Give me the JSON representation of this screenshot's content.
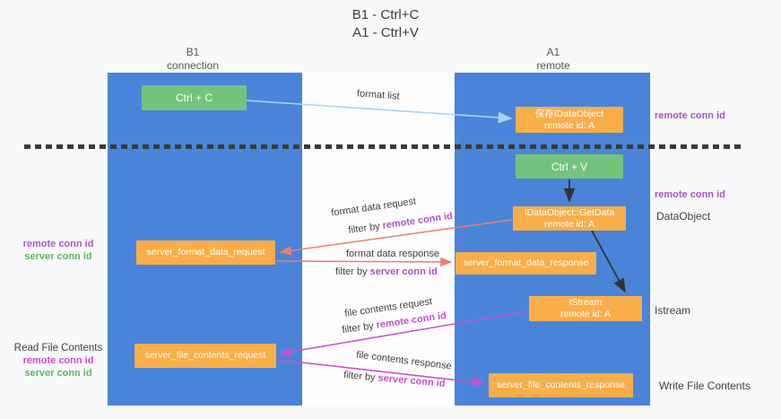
{
  "title": {
    "line1": "B1 - Ctrl+C",
    "line2": "A1 - Ctrl+V"
  },
  "columns": {
    "left": {
      "name": "B1",
      "role": "connection"
    },
    "right": {
      "name": "A1",
      "role": "remote"
    }
  },
  "nodes": {
    "ctrl_c": "Ctrl + C",
    "ctrl_v": "Ctrl + V",
    "save_dataobject": {
      "line1": "保存IDataObject",
      "line2": "remote id: A"
    },
    "getdata": {
      "line1": "IDataObject::GetData",
      "line2": "remote id: A"
    },
    "istream": {
      "line1": "IStream",
      "line2": "remote id: A"
    },
    "server_format_data_request": "server_format_data_request",
    "server_format_data_response": "server_format_data_response",
    "server_file_contents_request": "server_file_contents_request",
    "server_file_contents_response": "server_file_contents_response"
  },
  "edge_labels": {
    "format_list": "format list",
    "format_data_request": "format data request",
    "format_data_response": "format data response",
    "file_contents_request": "file contents request",
    "file_contents_response": "file contents response",
    "filter_by": "filter by",
    "remote_conn_id": "remote conn id",
    "server_conn_id": "server conn id"
  },
  "side_labels": {
    "remote_conn_id_top": "remote conn id",
    "remote_conn_id_mid": "remote conn id",
    "dataobject": "DataObject",
    "istream": "Istream",
    "write_file_contents": "Write File Contents",
    "read_file_contents": "Read File Contents",
    "remote_conn_id_left": "remote conn id",
    "server_conn_id_left": "server conn id"
  },
  "colors": {
    "lifeline_blue": "#4a84d8",
    "node_orange": "#f9ae49",
    "node_green": "#74c37c",
    "arrow_light_blue": "#a9d3f2",
    "arrow_salmon": "#ed7d72",
    "arrow_magenta": "#c84fc8",
    "arrow_black": "#333333",
    "text_purple": "#a855c8",
    "text_green": "#5cb567",
    "dash_line": "#3a3a3a",
    "background": "#f8f9fa"
  }
}
